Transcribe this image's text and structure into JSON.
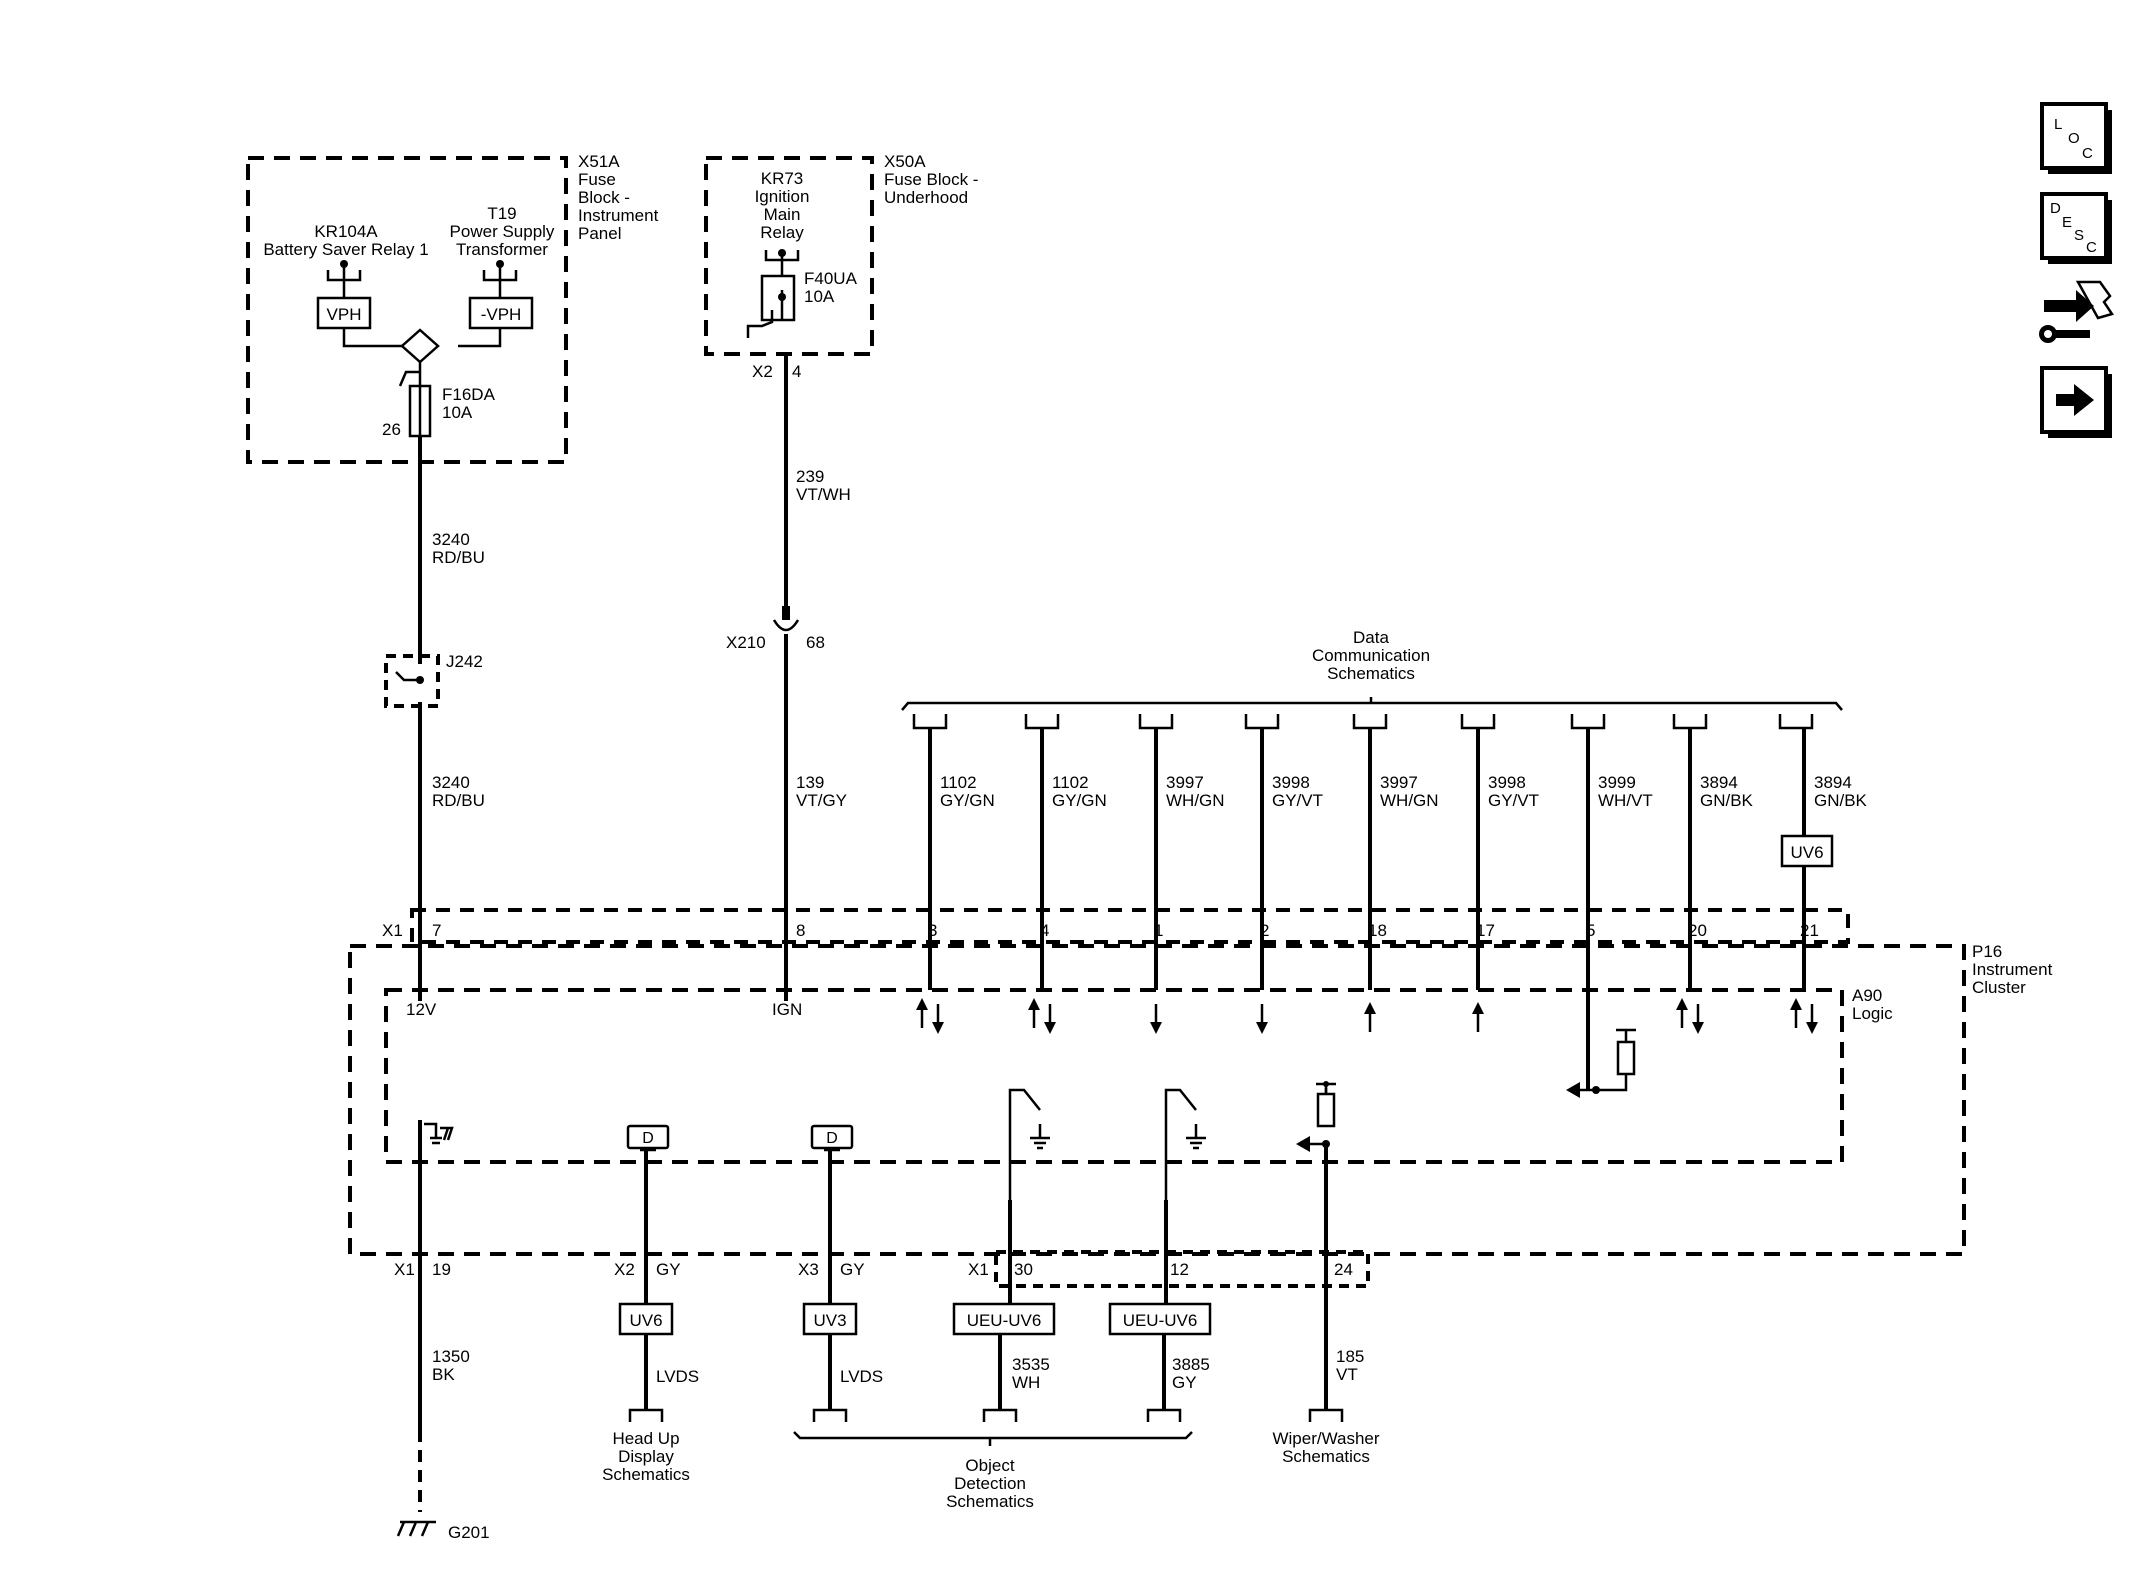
{
  "nav_icons": {
    "loc": [
      "L",
      "O",
      "C"
    ],
    "desc": [
      "D",
      "E",
      "S",
      "C"
    ],
    "connector_icon": "connector-wrench-icon",
    "next_icon": "arrow-right-icon"
  },
  "fuse_block_ip": {
    "id": "X51A",
    "name_lines": [
      "Fuse",
      "Block -",
      "Instrument",
      "Panel"
    ],
    "relay_id": "KR104A",
    "relay_name": "Battery Saver Relay 1",
    "transformer_id": "T19",
    "transformer_name_lines": [
      "Power Supply",
      "Transformer"
    ],
    "vph": "VPH",
    "neg_vph": "-VPH",
    "fuse_id": "F16DA",
    "fuse_rating": "10A",
    "pin": "26"
  },
  "fuse_block_uh": {
    "id": "X50A",
    "name_lines": [
      "Fuse Block -",
      "Underhood"
    ],
    "relay_id": "KR73",
    "relay_name_lines": [
      "Ignition",
      "Main",
      "Relay"
    ],
    "fuse_id": "F40UA",
    "fuse_rating": "10A",
    "connector": "X2",
    "pin": "4"
  },
  "wires": {
    "w3240_top": {
      "circuit": "3240",
      "color": "RD/BU"
    },
    "w3240_bottom": {
      "circuit": "3240",
      "color": "RD/BU"
    },
    "w239": {
      "circuit": "239",
      "color": "VT/WH"
    },
    "w139": {
      "circuit": "139",
      "color": "VT/GY"
    },
    "w1350": {
      "circuit": "1350",
      "color": "BK"
    },
    "w3535": {
      "circuit": "3535",
      "color": "WH"
    },
    "w3885": {
      "circuit": "3885",
      "color": "GY"
    },
    "w185": {
      "circuit": "185",
      "color": "VT"
    }
  },
  "splice": {
    "id": "J242"
  },
  "inline_connector": {
    "id": "X210",
    "pin": "68"
  },
  "data_comm": {
    "label_lines": [
      "Data",
      "Communication",
      "Schematics"
    ],
    "circuits": [
      {
        "circuit": "1102",
        "color": "GY/GN",
        "pin": "3"
      },
      {
        "circuit": "1102",
        "color": "GY/GN",
        "pin": "4"
      },
      {
        "circuit": "3997",
        "color": "WH/GN",
        "pin": "1"
      },
      {
        "circuit": "3998",
        "color": "GY/VT",
        "pin": "2"
      },
      {
        "circuit": "3997",
        "color": "WH/GN",
        "pin": "18"
      },
      {
        "circuit": "3998",
        "color": "GY/VT",
        "pin": "17"
      },
      {
        "circuit": "3999",
        "color": "WH/VT",
        "pin": "5"
      },
      {
        "circuit": "3894",
        "color": "GN/BK",
        "pin": "20"
      },
      {
        "circuit": "3894",
        "color": "GN/BK",
        "pin": "21"
      }
    ],
    "option_badge": "UV6"
  },
  "cluster": {
    "id": "P16",
    "name_lines": [
      "Instrument",
      "Cluster"
    ],
    "logic_id": "A90",
    "logic_name": "Logic",
    "x1": "X1",
    "pin_12v": "7",
    "pin_ign": "8",
    "label_12v": "12V",
    "label_ign": "IGN"
  },
  "bottom": {
    "ground": {
      "connector": "X1",
      "pin": "19",
      "ground_id": "G201"
    },
    "hud": {
      "connector": "X2",
      "color": "GY",
      "badge": "UV6",
      "signal": "LVDS",
      "label_lines": [
        "Head Up",
        "Display",
        "Schematics"
      ],
      "display_letter": "D"
    },
    "x3": {
      "connector": "X3",
      "color": "GY",
      "badge": "UV3",
      "signal": "LVDS",
      "display_letter": "D"
    },
    "obj": {
      "connector": "X1",
      "pin_a": "30",
      "pin_b": "12",
      "badge_a": "UEU-UV6",
      "badge_b": "UEU-UV6",
      "label_lines": [
        "Object",
        "Detection",
        "Schematics"
      ]
    },
    "wiper": {
      "pin": "24",
      "label_lines": [
        "Wiper/Washer",
        "Schematics"
      ]
    }
  }
}
